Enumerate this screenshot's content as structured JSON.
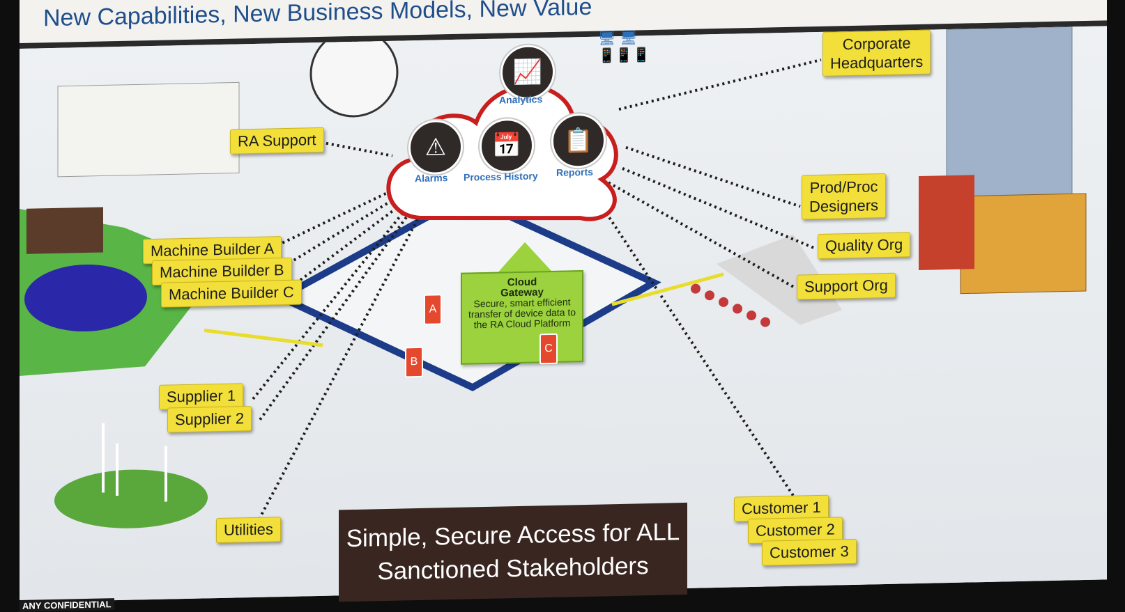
{
  "slide": {
    "title": "New Capabilities, New Business Models, New Value",
    "footer": "ANY CONFIDENTIAL"
  },
  "cloud": {
    "analytics": "Analytics",
    "alarms": "Alarms",
    "process_history": "Process History",
    "reports": "Reports"
  },
  "gateway": {
    "title_line1": "Cloud",
    "title_line2": "Gateway",
    "desc": "Secure, smart efficient transfer of device data to the RA Cloud Platform"
  },
  "stakeholders": {
    "ra_support": "RA Support",
    "machine_builder_a": "Machine Builder A",
    "machine_builder_b": "Machine Builder B",
    "machine_builder_c": "Machine Builder C",
    "supplier_1": "Supplier 1",
    "supplier_2": "Supplier 2",
    "utilities": "Utilities",
    "corporate_hq_1": "Corporate",
    "corporate_hq_2": "Headquarters",
    "prod_proc_1": "Prod/Proc",
    "prod_proc_2": "Designers",
    "quality_org": "Quality Org",
    "support_org": "Support Org",
    "customer_1": "Customer 1",
    "customer_2": "Customer 2",
    "customer_3": "Customer 3"
  },
  "line_markers": [
    "A",
    "B",
    "C"
  ],
  "banner": {
    "line1": "Simple, Secure Access for ALL",
    "line2": "Sanctioned Stakeholders"
  },
  "colors": {
    "label_bg": "#f2df3a",
    "gateway_bg": "#9bd23d",
    "banner_bg": "#3a2620",
    "title": "#1f4e8c",
    "cloud_outline": "#c81e1e"
  }
}
